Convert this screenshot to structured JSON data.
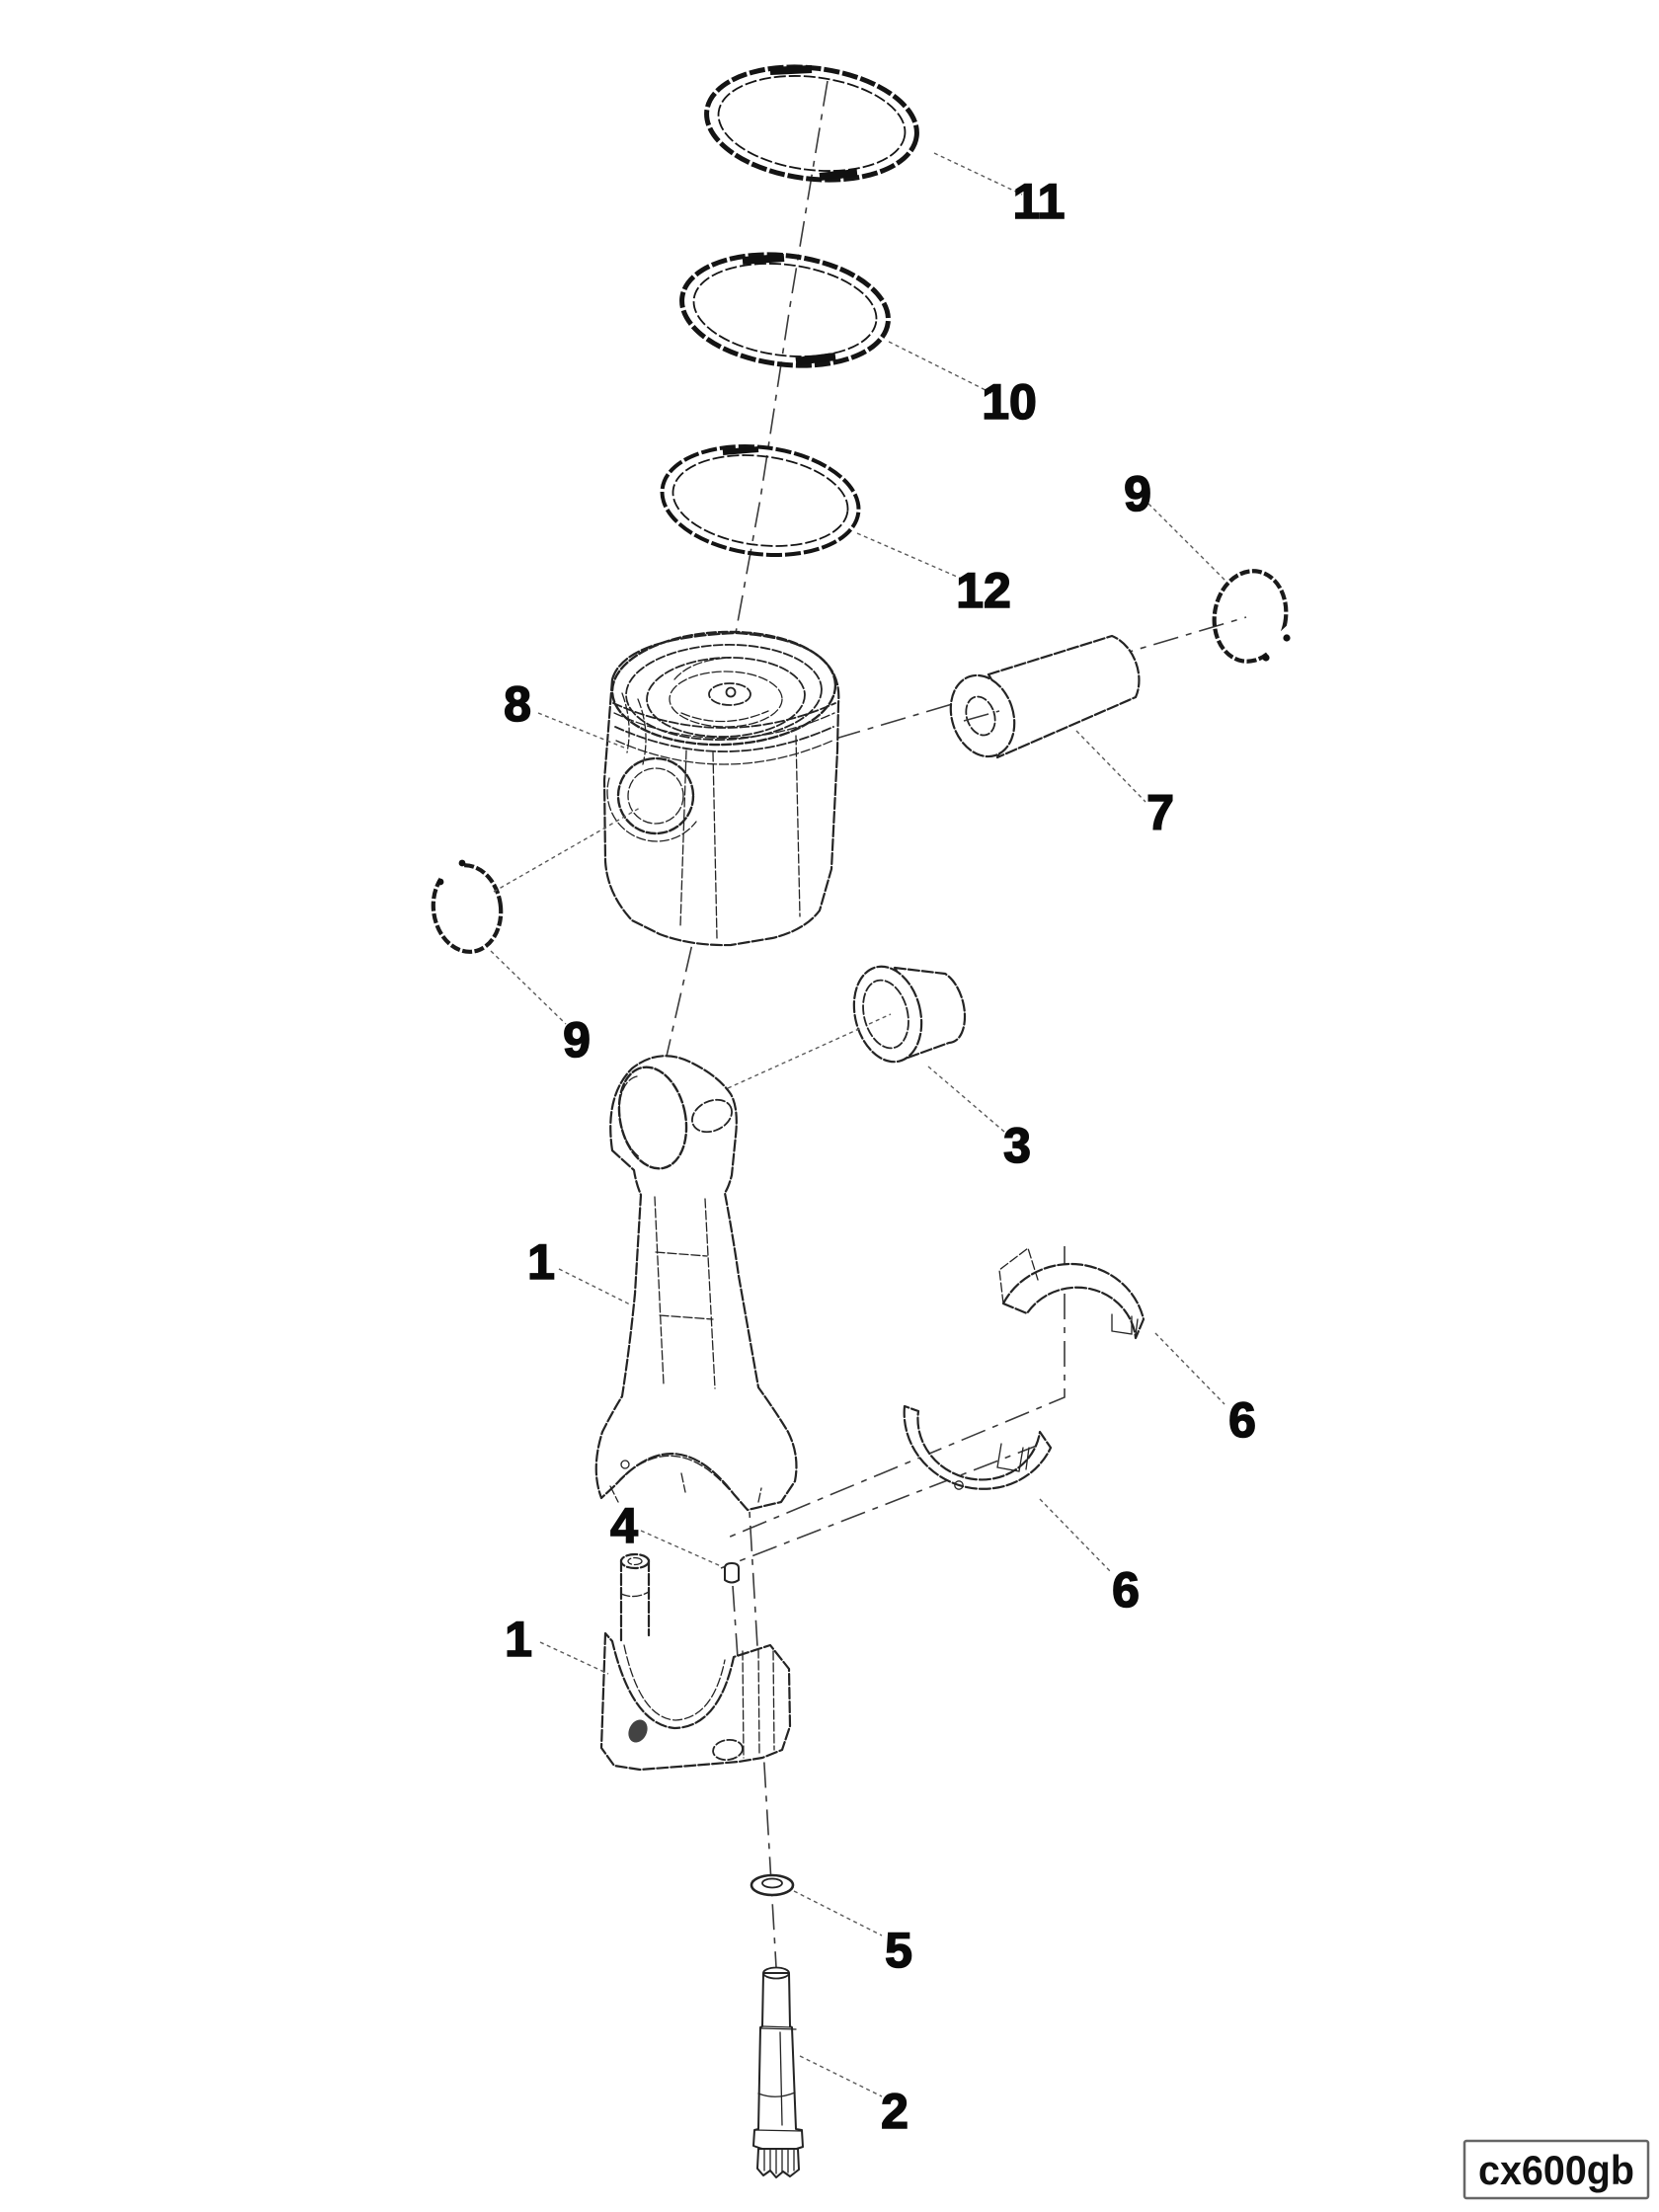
{
  "diagram": {
    "drawing_code": "cx600gb",
    "background_color": "#ffffff",
    "line_color": "#242424",
    "leader_color": "#5a5a5a",
    "label_color": "#0a0a0a",
    "callouts": [
      {
        "id": "compression-ring-top",
        "text": "11"
      },
      {
        "id": "compression-ring-second",
        "text": "10"
      },
      {
        "id": "oil-ring",
        "text": "12"
      },
      {
        "id": "circlip-right",
        "text": "9"
      },
      {
        "id": "piston-pin",
        "text": "7"
      },
      {
        "id": "piston",
        "text": "8"
      },
      {
        "id": "circlip-left",
        "text": "9"
      },
      {
        "id": "small-end-bushing",
        "text": "3"
      },
      {
        "id": "connecting-rod",
        "text": "1"
      },
      {
        "id": "bearing-shell-upper",
        "text": "6"
      },
      {
        "id": "bearing-shell-lower",
        "text": "6"
      },
      {
        "id": "dowel-pin",
        "text": "4"
      },
      {
        "id": "rod-cap",
        "text": "1"
      },
      {
        "id": "washer",
        "text": "5"
      },
      {
        "id": "rod-bolt",
        "text": "2"
      }
    ]
  }
}
